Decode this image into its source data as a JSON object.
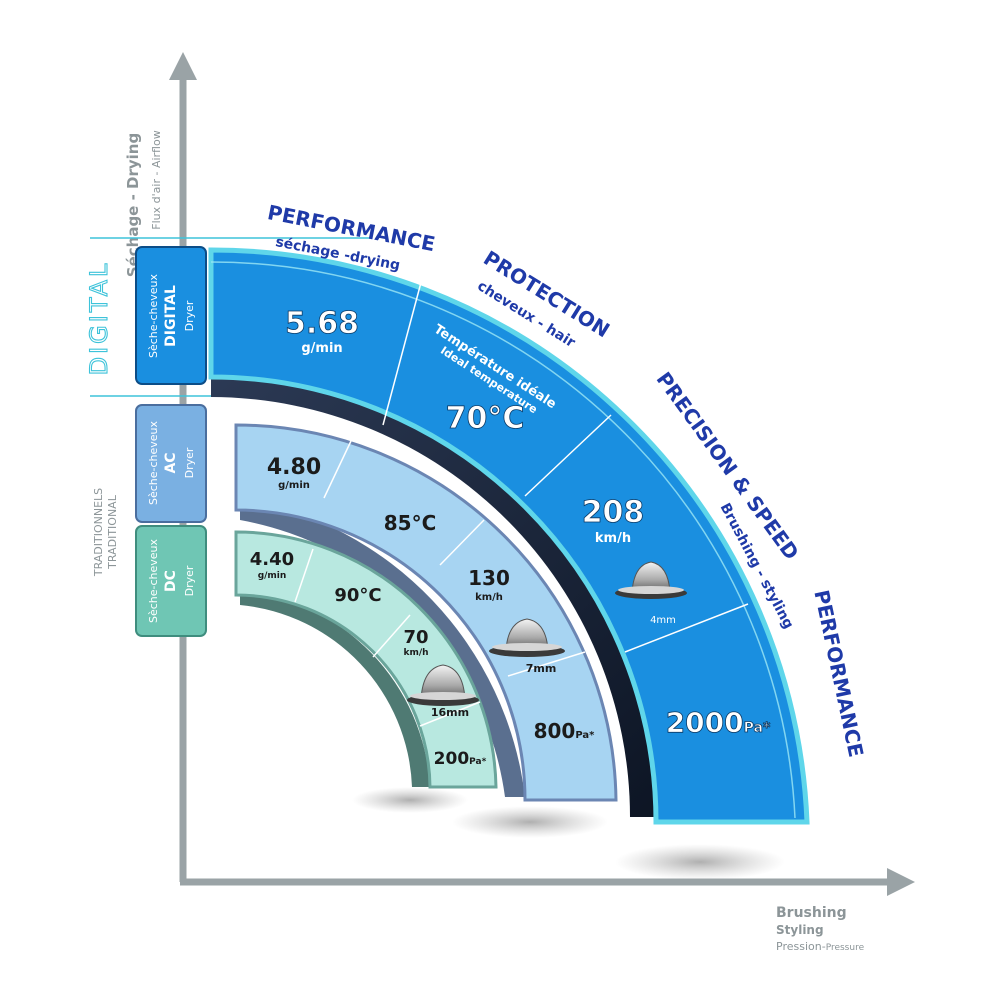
{
  "axes": {
    "y": {
      "title": "Séchage - Drying",
      "subtitle": "Flux d'air - Airflow"
    },
    "x": {
      "title": "Brushing",
      "line2": "Styling",
      "line3a": "Pression-",
      "line3b": "Pressure"
    }
  },
  "groups": {
    "digital": "DIGITAL",
    "traditional_fr": "TRADITIONNELS",
    "traditional_en": "TRADITIONAL"
  },
  "tabs": {
    "digital": {
      "line1": "Sèche-cheveux",
      "line2": "DIGITAL",
      "line3": "Dryer"
    },
    "ac": {
      "line1": "Sèche-cheveux",
      "line2": "AC",
      "line3": "Dryer"
    },
    "dc": {
      "line1": "Sèche-cheveux",
      "line2": "DC",
      "line3": "Dryer"
    }
  },
  "headings": {
    "performance_drying": {
      "title": "PERFORMANCE",
      "sub": "séchage -drying"
    },
    "protection": {
      "title": "PROTECTION",
      "sub": "cheveux - hair"
    },
    "precision": {
      "title": "PRECISION & SPEED",
      "sub": "Brushing - styling"
    },
    "performance_pressure": {
      "title": "PERFORMANCE"
    }
  },
  "digital": {
    "airflow": {
      "value": "5.68",
      "unit": "g/min"
    },
    "temperature_label1": "Température idéale",
    "temperature_label2": "Ideal temperature",
    "temperature": "70°C",
    "speed": {
      "value": "208",
      "unit": "km/h"
    },
    "nozzle": "4mm",
    "pressure": {
      "value": "2000",
      "unit": "Pa*"
    }
  },
  "ac": {
    "airflow": {
      "value": "4.80",
      "unit": "g/min"
    },
    "temperature": "85°C",
    "speed": {
      "value": "130",
      "unit": "km/h"
    },
    "nozzle": "7mm",
    "pressure": {
      "value": "800",
      "unit": "Pa*"
    }
  },
  "dc": {
    "airflow": {
      "value": "4.40",
      "unit": "g/min"
    },
    "temperature": "90°C",
    "speed": {
      "value": "70",
      "unit": "km/h"
    },
    "nozzle": "16mm",
    "pressure": {
      "value": "200",
      "unit": "Pa*"
    }
  },
  "colors": {
    "digital_band": "#1a8fe0",
    "ac_band": "#a7d4f2",
    "dc_band": "#b8e8e0",
    "heading_blue": "#1f3aa8",
    "axis_gray": "#9aa3a6",
    "digital_tab": "#1a8fe0",
    "ac_tab": "#7ab0e2",
    "dc_tab": "#6fc6b4"
  }
}
